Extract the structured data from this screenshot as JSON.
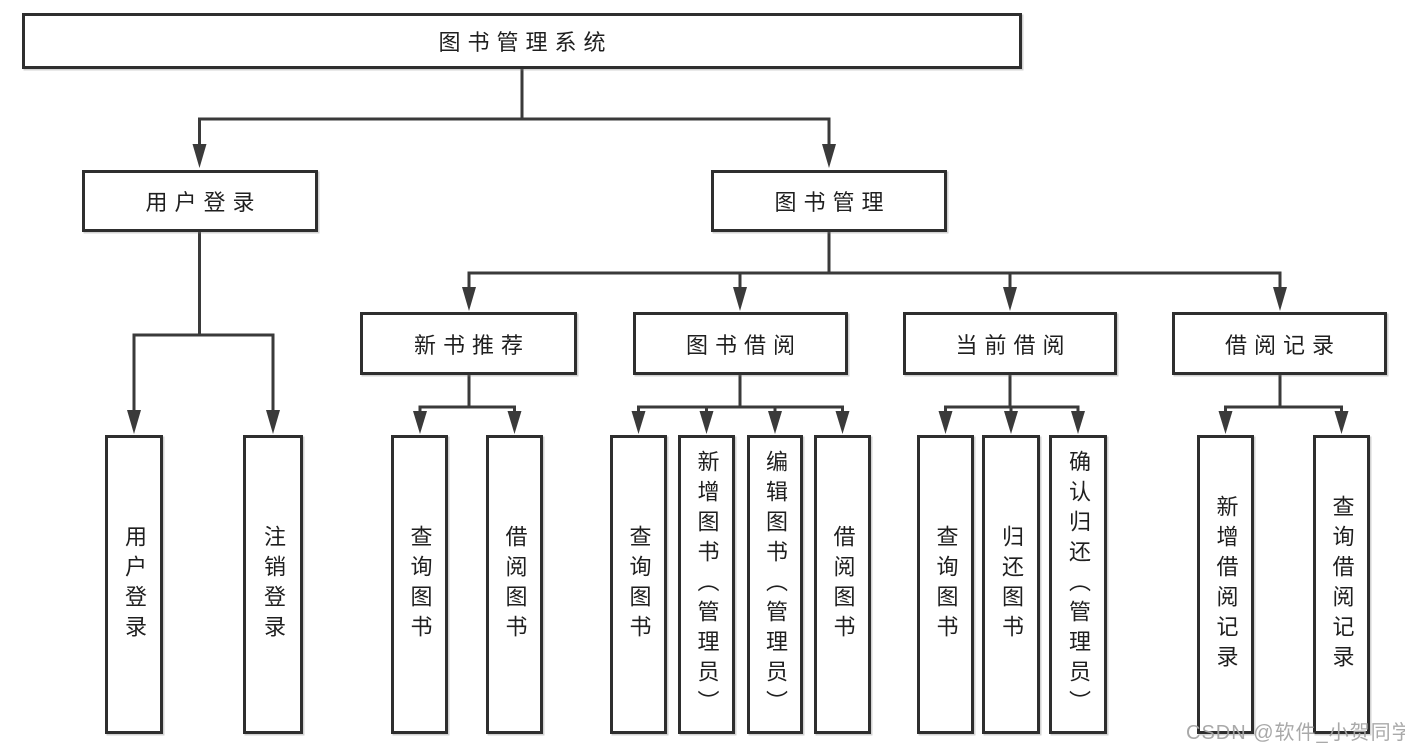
{
  "diagram": {
    "root": {
      "label": "图书管理系统"
    },
    "level2": [
      {
        "label": "用户登录"
      },
      {
        "label": "图书管理"
      }
    ],
    "level3": [
      {
        "label": "新书推荐"
      },
      {
        "label": "图书借阅"
      },
      {
        "label": "当前借阅"
      },
      {
        "label": "借阅记录"
      }
    ],
    "leaves": {
      "login": [
        "用户登录",
        "注销登录"
      ],
      "recommend": [
        "查询图书",
        "借阅图书"
      ],
      "borrow": [
        "查询图书",
        "新增图书（管理员）",
        "编辑图书（管理员）",
        "借阅图书"
      ],
      "current": [
        "查询图书",
        "归还图书",
        "确认归还（管理员）"
      ],
      "records": [
        "新增借阅记录",
        "查询借阅记录"
      ]
    }
  },
  "watermark": {
    "text": "CSDN @软件_小贺同学"
  },
  "colors": {
    "line": "#3a3a3a",
    "border": "#2e2e2e",
    "text": "#1f1f1f",
    "watermark": "#a5a5a5",
    "background": "#ffffff"
  }
}
